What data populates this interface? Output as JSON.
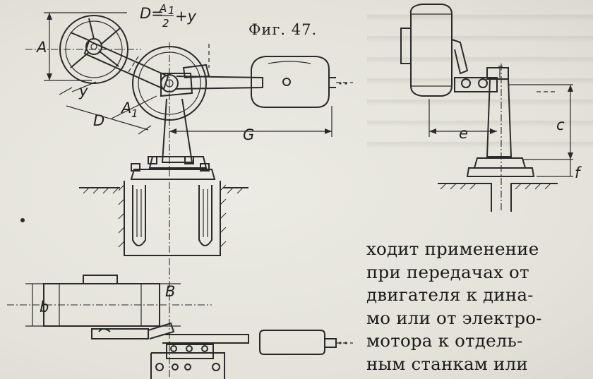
{
  "figure": {
    "title": "Фиг. 47.",
    "formula": {
      "lhs": "D=",
      "numerator": "A",
      "numerator_sub": "1",
      "denominator": "2",
      "rhs": "+y"
    },
    "labels": {
      "A": "A",
      "y": "y",
      "D": "D",
      "A1": "A",
      "A1_sub": "1",
      "G": "G",
      "e": "e",
      "c": "c",
      "f": "f",
      "b": "b",
      "B": "B"
    }
  },
  "text": {
    "lines": [
      "ходит применение",
      "при передачах от",
      "двигателя к дина-",
      "мо или от электро-",
      "мотора к отдель-",
      "ным станкам или"
    ]
  }
}
